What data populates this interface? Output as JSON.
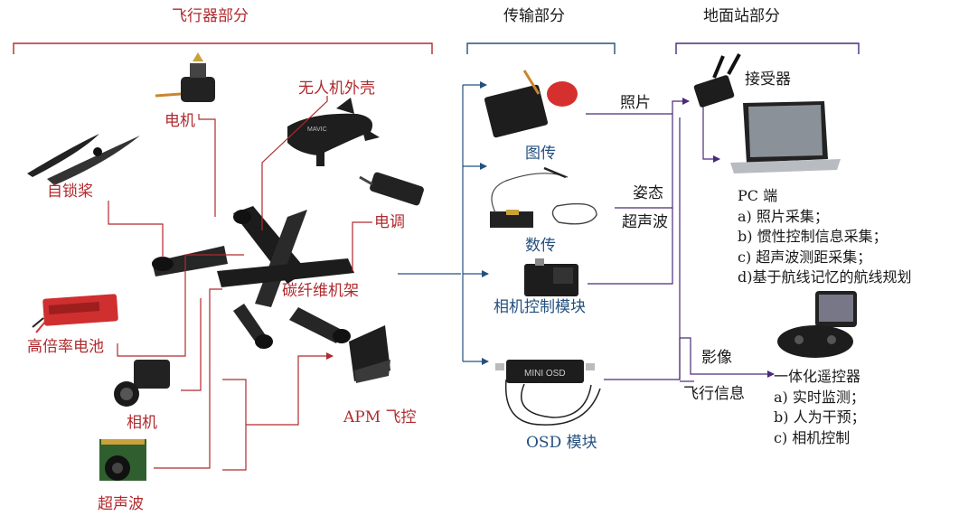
{
  "sections": {
    "aircraft": "飞行器部分",
    "transmission": "传输部分",
    "ground": "地面站部分"
  },
  "aircraft_parts": {
    "motor": "电机",
    "shell": "无人机外壳",
    "propeller": "自锁桨",
    "esc": "电调",
    "frame": "碳纤维机架",
    "battery": "高倍率电池",
    "camera": "相机",
    "ultrasonic": "超声波",
    "flight_controller": "APM 飞控"
  },
  "transmission_parts": {
    "image_tx": "图传",
    "data_tx": "数传",
    "camera_ctrl": "相机控制模块",
    "osd": "OSD 模块"
  },
  "link_labels": {
    "photo": "照片",
    "attitude": "姿态",
    "ultrasonic_wave": "超声波",
    "video": "影像",
    "flight_info": "飞行信息"
  },
  "ground_parts": {
    "receiver": "接受器",
    "pc": {
      "title": "PC 端",
      "items": [
        "a) 照片采集；",
        "b) 惯性控制信息采集；",
        "c) 超声波测距采集；",
        "d)基于航线记忆的航线规划"
      ]
    },
    "remote": {
      "title": "一体化遥控器",
      "items": [
        "a) 实时监测；",
        "b) 人为干预；",
        "c) 相机控制"
      ]
    }
  },
  "colors": {
    "aircraft": "#b02a2e",
    "transmission": "#24507f",
    "ground": "#4a2a7a"
  }
}
